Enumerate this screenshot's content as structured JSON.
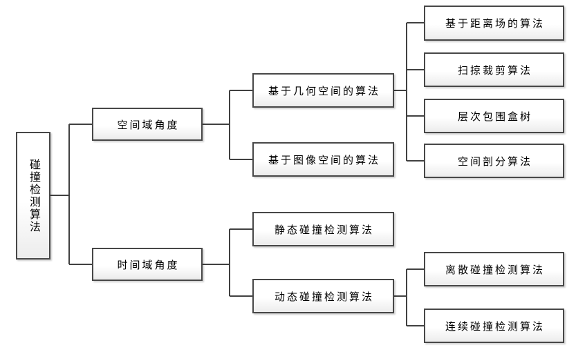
{
  "diagram": {
    "type": "tree",
    "orientation": "left-to-right",
    "colors": {
      "background": "#ffffff",
      "border": "#474747",
      "line": "#404040",
      "text": "#000000",
      "fill_top": "#ffffff",
      "fill_bottom": "#ececec"
    },
    "nodes": {
      "root": {
        "label": "碰撞检测算法",
        "text_direction": "vertical"
      },
      "spatial": {
        "label": "空间域角度"
      },
      "temporal": {
        "label": "时间域角度"
      },
      "geometry_space": {
        "label": "基于几何空间的算法"
      },
      "image_space": {
        "label": "基于图像空间的算法"
      },
      "static_cd": {
        "label": "静态碰撞检测算法"
      },
      "dynamic_cd": {
        "label": "动态碰撞检测算法"
      },
      "distance_field": {
        "label": "基于距离场的算法"
      },
      "sweep_prune": {
        "label": "扫掠裁剪算法"
      },
      "bvh_tree": {
        "label": "层次包围盒树"
      },
      "space_partition": {
        "label": "空间剖分算法"
      },
      "discrete_cd": {
        "label": "离散碰撞检测算法"
      },
      "continuous_cd": {
        "label": "连续碰撞检测算法"
      }
    },
    "edges": [
      [
        "root",
        "spatial"
      ],
      [
        "root",
        "temporal"
      ],
      [
        "spatial",
        "geometry_space"
      ],
      [
        "spatial",
        "image_space"
      ],
      [
        "temporal",
        "static_cd"
      ],
      [
        "temporal",
        "dynamic_cd"
      ],
      [
        "geometry_space",
        "distance_field"
      ],
      [
        "geometry_space",
        "sweep_prune"
      ],
      [
        "geometry_space",
        "bvh_tree"
      ],
      [
        "geometry_space",
        "space_partition"
      ],
      [
        "dynamic_cd",
        "discrete_cd"
      ],
      [
        "dynamic_cd",
        "continuous_cd"
      ]
    ]
  }
}
